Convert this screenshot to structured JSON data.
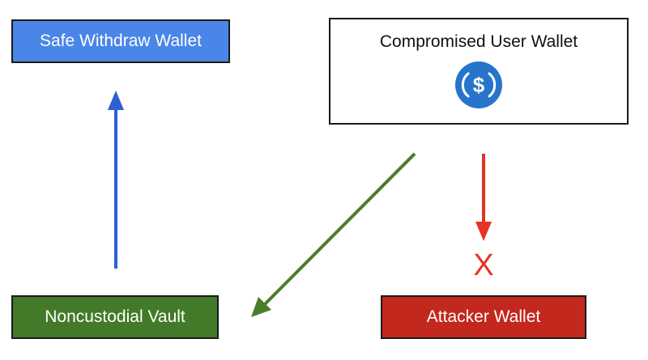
{
  "nodes": {
    "safe_wallet": {
      "label": "Safe Withdraw Wallet"
    },
    "user_wallet": {
      "label": "Compromised User Wallet",
      "icon": "usdc-coin-icon"
    },
    "vault": {
      "label": "Noncustodial Vault"
    },
    "attacker": {
      "label": "Attacker Wallet"
    }
  },
  "blocked_mark": "X",
  "colors": {
    "safe_fill": "#4a86e8",
    "vault_fill": "#437a2a",
    "attacker_fill": "#c2281d",
    "arrow_blue": "#2e5fd6",
    "arrow_green": "#4a7d2a",
    "arrow_red": "#e53323",
    "coin_blue": "#2775ca"
  },
  "edges": [
    {
      "from": "vault",
      "to": "safe_wallet",
      "color": "blue"
    },
    {
      "from": "user_wallet",
      "to": "vault",
      "color": "green"
    },
    {
      "from": "user_wallet",
      "to": "attacker",
      "color": "red",
      "blocked": true
    }
  ]
}
